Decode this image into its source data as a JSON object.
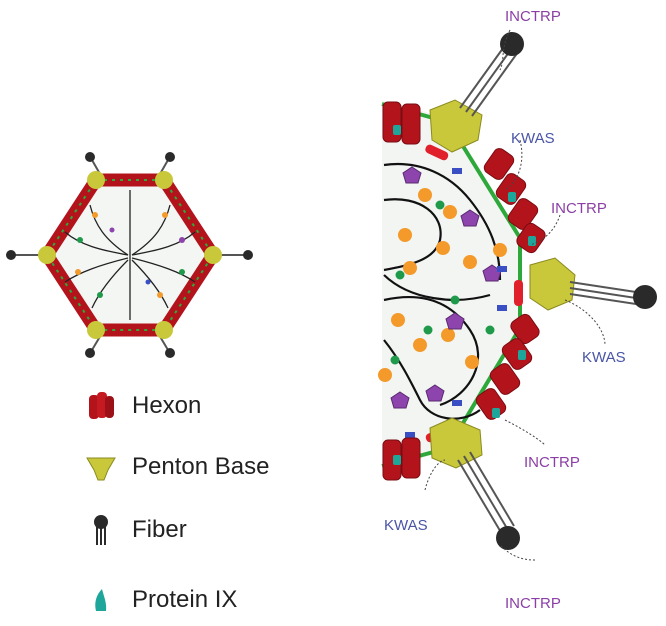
{
  "legend": {
    "items": [
      {
        "label": "Hexon",
        "icon": "hexon-icon",
        "color": "#b3141c"
      },
      {
        "label": "Penton Base",
        "icon": "penton-base-icon",
        "color": "#c9c83a"
      },
      {
        "label": "Fiber",
        "icon": "fiber-icon",
        "color": "#2a2a2a"
      },
      {
        "label": "Protein IX",
        "icon": "protein-ix-icon",
        "color": "#1fa69a"
      }
    ]
  },
  "callouts": {
    "inctrp_top": "INCTRP",
    "kwas_upper": "KWAS",
    "inctrp_mid": "INCTRP",
    "kwas_mid": "KWAS",
    "inctrp_lower": "INCTRP",
    "kwas_lower": "KWAS",
    "inctrp_bottom": "INCTRP"
  },
  "colors": {
    "inctrp": "#8b3fa6",
    "kwas": "#4a55a6",
    "hexon": "#b3141c",
    "penton": "#c9c83a",
    "protein_ix": "#1fa69a",
    "fiber": "#2a2a2a",
    "orange_protein": "#f39a2b",
    "green_protein": "#1f9a4a",
    "purple_protein": "#8e44ad",
    "blue_protein": "#3b4fc4",
    "red_protein": "#e0202a",
    "capsid_edge": "#2ea83a"
  }
}
